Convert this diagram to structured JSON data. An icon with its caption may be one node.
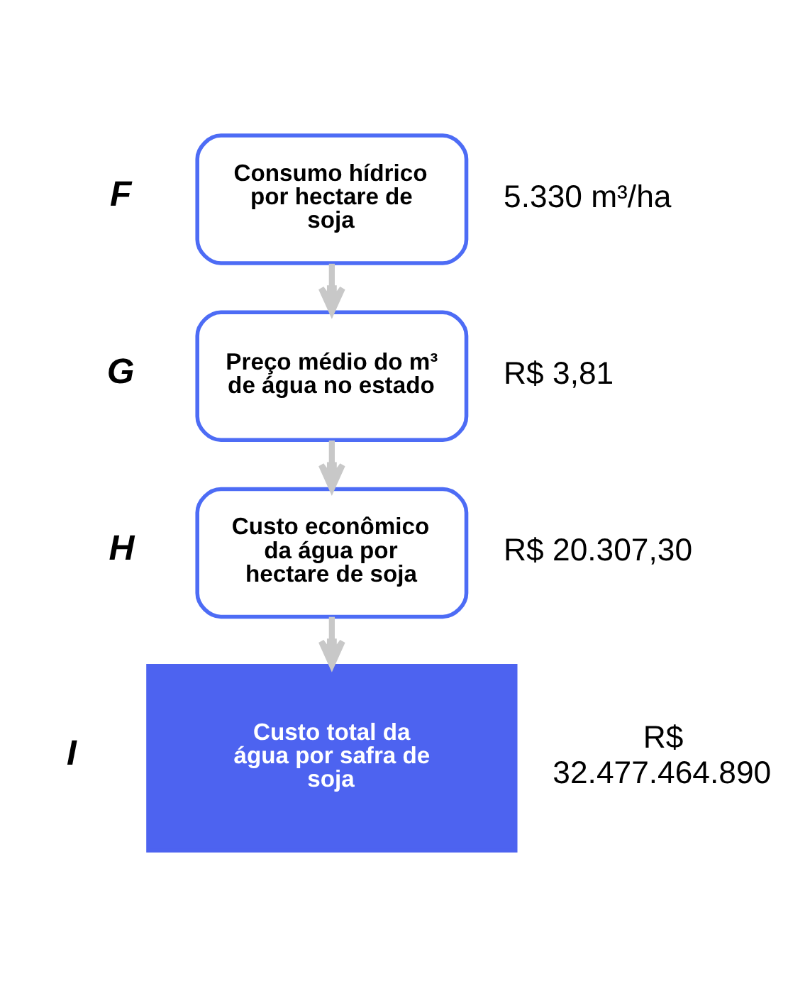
{
  "diagram": {
    "nodes": [
      {
        "text": [
          "Consumo hídrico por hectare de soja"
        ],
        "beside": [
          "F",
          "5.330 m³/ha"
        ]
      },
      {
        "text": [
          "Preço médio do m³ de água no estado"
        ],
        "beside": [
          "G",
          "R$ 3,81"
        ]
      },
      {
        "text": [
          "Custo econômico da água por hectare de soja"
        ],
        "beside": [
          "H",
          "R$ 20.307,30"
        ]
      },
      {
        "text": [
          "Custo total da água por safra de soja"
        ],
        "beside": [
          "I",
          "R$ 32.477.464.890"
        ]
      }
    ],
    "edges": [
      {
        "from": 0,
        "to": 1,
        "arrow": "to",
        "color": "#c8c8c8"
      },
      {
        "from": 1,
        "to": 2,
        "arrow": "to",
        "color": "#c8c8c8"
      },
      {
        "from": 2,
        "to": 3,
        "arrow": "to",
        "color": "#c8c8c8"
      }
    ]
  }
}
